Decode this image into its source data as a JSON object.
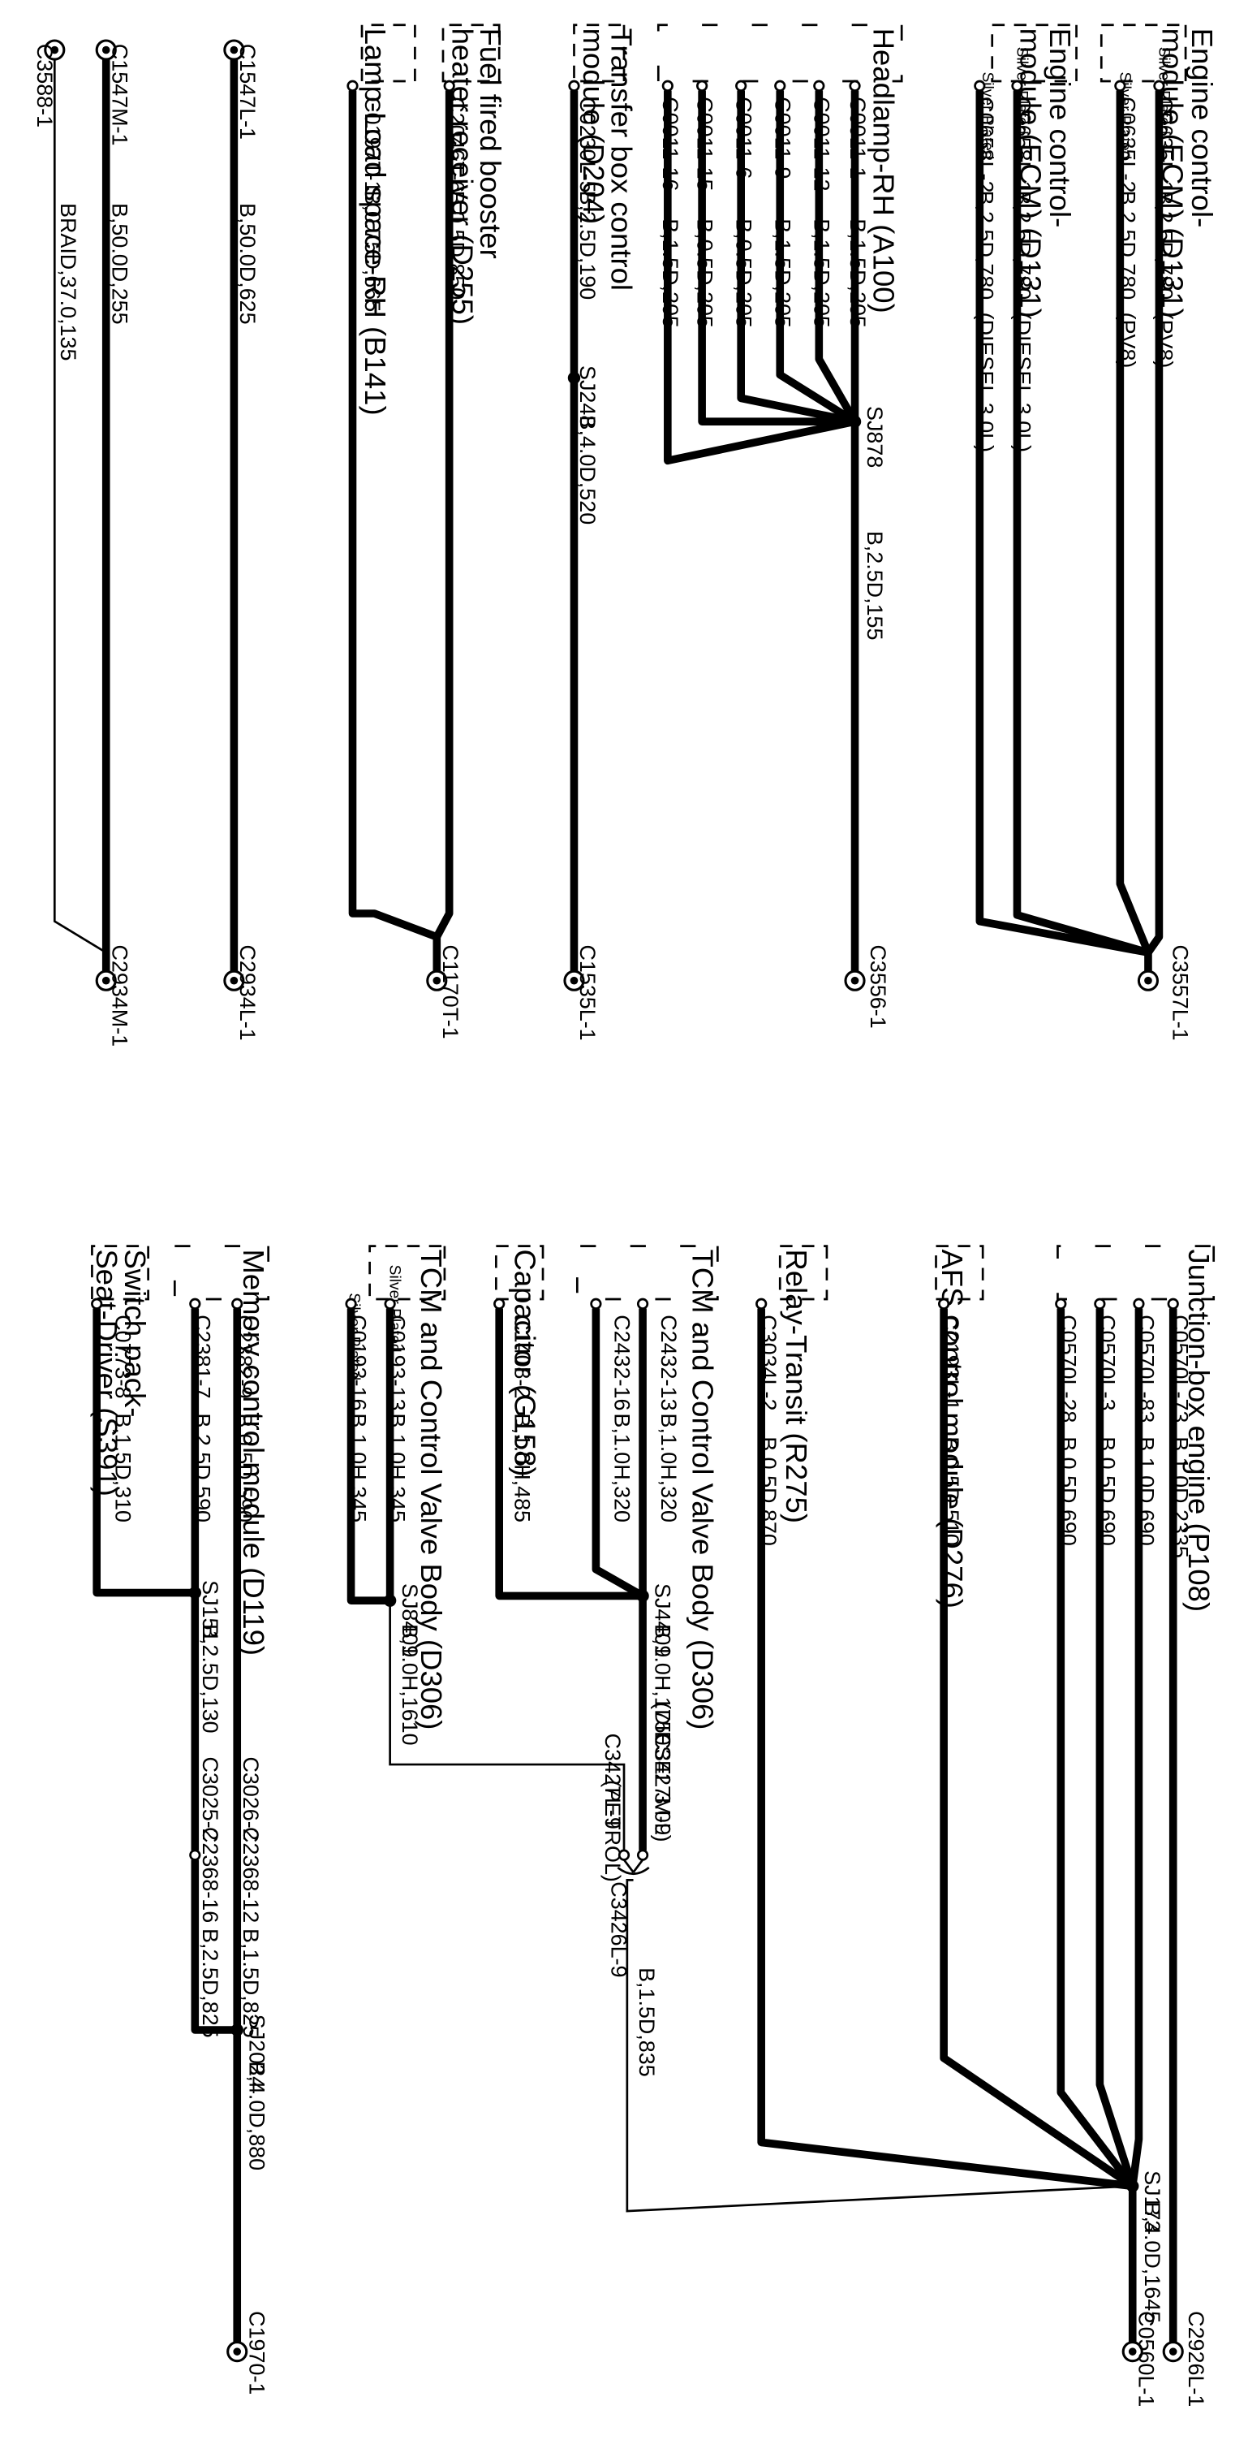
{
  "ground_points": [
    {
      "id": "g1",
      "label": "C3557L-1"
    },
    {
      "id": "g2",
      "label": "C3556-1"
    },
    {
      "id": "g3",
      "label": "C1535L-1"
    },
    {
      "id": "g4",
      "label": "C1170T-1"
    },
    {
      "id": "g5",
      "label": "C2934L-1"
    },
    {
      "id": "g6",
      "label": "C2934M-1"
    },
    {
      "id": "g7",
      "label": "C3588-1"
    },
    {
      "id": "g8",
      "label": "C1547L-1"
    },
    {
      "id": "g9",
      "label": "C1547M-1"
    },
    {
      "id": "g10",
      "label": "C2926L-1"
    },
    {
      "id": "g11",
      "label": "C0560L-1"
    },
    {
      "id": "g12",
      "label": "C1970-1"
    }
  ],
  "components": [
    {
      "id": "ecm_pv8",
      "name": [
        "Engine control-",
        "module (ECM) (D131)"
      ]
    },
    {
      "id": "ecm_diesel",
      "name": [
        "Engine control-",
        "module (ECM) (D131)"
      ]
    },
    {
      "id": "headlamp",
      "name": [
        "Headlamp-RH (A100)"
      ]
    },
    {
      "id": "tbox",
      "name": [
        "Transfer box control",
        "module (D204)"
      ]
    },
    {
      "id": "ffb",
      "name": [
        "Fuel fired booster",
        "heater receiver (D255)"
      ]
    },
    {
      "id": "lamp",
      "name": [
        "Lamp-Load space-RH (B141)"
      ]
    },
    {
      "id": "jbox",
      "name": [
        "Junction-box engine (P108)"
      ]
    },
    {
      "id": "afs",
      "name": [
        "AFS control module (D276)"
      ]
    },
    {
      "id": "relay",
      "name": [
        "Relay-Transit (R275)"
      ]
    },
    {
      "id": "tcm_d",
      "name": [
        "TCM and Control Valve Body (D306)"
      ]
    },
    {
      "id": "cap",
      "name": [
        "Capacitor (G158)"
      ]
    },
    {
      "id": "tcm_p",
      "name": [
        "TCM and Control Valve Body (D306)"
      ]
    },
    {
      "id": "mem",
      "name": [
        "Memory control module (D119)"
      ]
    },
    {
      "id": "sw",
      "name": [
        "Switch pack-",
        "Seat-Driver (S391)"
      ]
    }
  ],
  "pin_labels": [
    {
      "id": "p1",
      "label": "C0635L-1"
    },
    {
      "id": "p2",
      "label": "C0635L-2"
    },
    {
      "id": "p3",
      "label": "C0658L-1"
    },
    {
      "id": "p4",
      "label": "C0658L-2"
    },
    {
      "id": "p5",
      "label": "C0011-1"
    },
    {
      "id": "p6",
      "label": "C0011-12"
    },
    {
      "id": "p7",
      "label": "C0011-9"
    },
    {
      "id": "p8",
      "label": "C0011-6"
    },
    {
      "id": "p9",
      "label": "C0011-15"
    },
    {
      "id": "p10",
      "label": "C0011-16"
    },
    {
      "id": "p11",
      "label": "C0230L-5"
    },
    {
      "id": "p12",
      "label": "C2046T-6"
    },
    {
      "id": "p13",
      "label": "C0197T-1"
    },
    {
      "id": "p14",
      "label": "C0570L-73"
    },
    {
      "id": "p15",
      "label": "C0570L-83"
    },
    {
      "id": "p16",
      "label": "C0570L-3"
    },
    {
      "id": "p17",
      "label": "C0570L-28"
    },
    {
      "id": "p18",
      "label": "C2193L-1"
    },
    {
      "id": "p19",
      "label": "C3034L-2"
    },
    {
      "id": "p20",
      "label": "C2432-13"
    },
    {
      "id": "p21",
      "label": "C2432-16"
    },
    {
      "id": "p22",
      "label": "C1408-2"
    },
    {
      "id": "p23",
      "label": "C0193-13"
    },
    {
      "id": "p24",
      "label": "C0193-16"
    },
    {
      "id": "p25",
      "label": "C2382-9"
    },
    {
      "id": "p26",
      "label": "C2381-7"
    },
    {
      "id": "p27",
      "label": "C0773-8"
    },
    {
      "id": "p28",
      "label": "C3427M-9"
    },
    {
      "id": "p29",
      "label": "C3427L-9"
    },
    {
      "id": "p30",
      "label": "C3426L-9"
    },
    {
      "id": "p31",
      "label": "C3026-2"
    },
    {
      "id": "p32",
      "label": "C3025-2"
    },
    {
      "id": "p33",
      "label": "C2368-12"
    },
    {
      "id": "p34",
      "label": "C2368-16"
    }
  ],
  "wire_labels": [
    {
      "id": "w1",
      "label": "B,2.5D,780"
    },
    {
      "id": "w2",
      "label": "B,2.5D,780"
    },
    {
      "id": "w3",
      "label": "B,2.5D,780"
    },
    {
      "id": "w4",
      "label": "B,2.5D,780"
    },
    {
      "id": "w5",
      "label": "B,1.5D,205"
    },
    {
      "id": "w6",
      "label": "B,1.5D,205"
    },
    {
      "id": "w7",
      "label": "B,1.5D,205"
    },
    {
      "id": "w8",
      "label": "B,0.5D,205"
    },
    {
      "id": "w9",
      "label": "B,0.5D,205"
    },
    {
      "id": "w10",
      "label": "B,1.5D,205"
    },
    {
      "id": "w11",
      "label": "B,2.5D,155"
    },
    {
      "id": "w12",
      "label": "B,2.5D,190"
    },
    {
      "id": "w13",
      "label": "B,4.0D,520"
    },
    {
      "id": "w14",
      "label": "B,0.5D,850"
    },
    {
      "id": "w15",
      "label": "B,0.75D,665"
    },
    {
      "id": "w16",
      "label": "B,50.0D,625"
    },
    {
      "id": "w17",
      "label": "B,50.0D,255"
    },
    {
      "id": "w18",
      "label": "BRAID,37.0,135"
    },
    {
      "id": "w19",
      "label": "B,1.0D,2335"
    },
    {
      "id": "w20",
      "label": "B,1.0D,690"
    },
    {
      "id": "w21",
      "label": "B,0.5D,690"
    },
    {
      "id": "w22",
      "label": "B,0.5D,690"
    },
    {
      "id": "w23",
      "label": "B,4.0D,1645"
    },
    {
      "id": "w24",
      "label": "B,0.5D,510"
    },
    {
      "id": "w25",
      "label": "B,0.5D,870"
    },
    {
      "id": "w26",
      "label": "B,1.0H,320"
    },
    {
      "id": "w27",
      "label": "B,1.0H,320"
    },
    {
      "id": "w28",
      "label": "B,1.0H,1750"
    },
    {
      "id": "w29",
      "label": "B,1.0H,485"
    },
    {
      "id": "w30",
      "label": "B,1.0H,345"
    },
    {
      "id": "w31",
      "label": "B,1.0H,345"
    },
    {
      "id": "w32",
      "label": "B,1.0H,1610"
    },
    {
      "id": "w33",
      "label": "B,1.5D,835"
    },
    {
      "id": "w34",
      "label": "B,0.5D,590"
    },
    {
      "id": "w35",
      "label": "B,2.5D,590"
    },
    {
      "id": "w36",
      "label": "B,1.5D,310"
    },
    {
      "id": "w37",
      "label": "B,2.5D,130"
    },
    {
      "id": "w38",
      "label": "B,1.5D,825"
    },
    {
      "id": "w39",
      "label": "B,2.5D,825"
    },
    {
      "id": "w40",
      "label": "B,4.0D,880"
    }
  ],
  "splices": [
    {
      "id": "s1",
      "label": "SJ878"
    },
    {
      "id": "s2",
      "label": "SJ248"
    },
    {
      "id": "s3",
      "label": "SJ173"
    },
    {
      "id": "s4",
      "label": "SJ4409"
    },
    {
      "id": "s5",
      "label": "SJ8409"
    },
    {
      "id": "s6",
      "label": "SJ151"
    },
    {
      "id": "s7",
      "label": "SJ2024"
    }
  ],
  "variant_notes": [
    {
      "id": "v1",
      "label": "(PV8)"
    },
    {
      "id": "v2",
      "label": "(PV8)"
    },
    {
      "id": "v3",
      "label": "(DIESEL 3.0L)"
    },
    {
      "id": "v4",
      "label": "(DIESEL 3.0L)"
    },
    {
      "id": "v5",
      "label": "(DIESEL 3.0L)"
    },
    {
      "id": "v6",
      "label": "(PETROL)"
    }
  ],
  "finish_label": "Silver Plated"
}
